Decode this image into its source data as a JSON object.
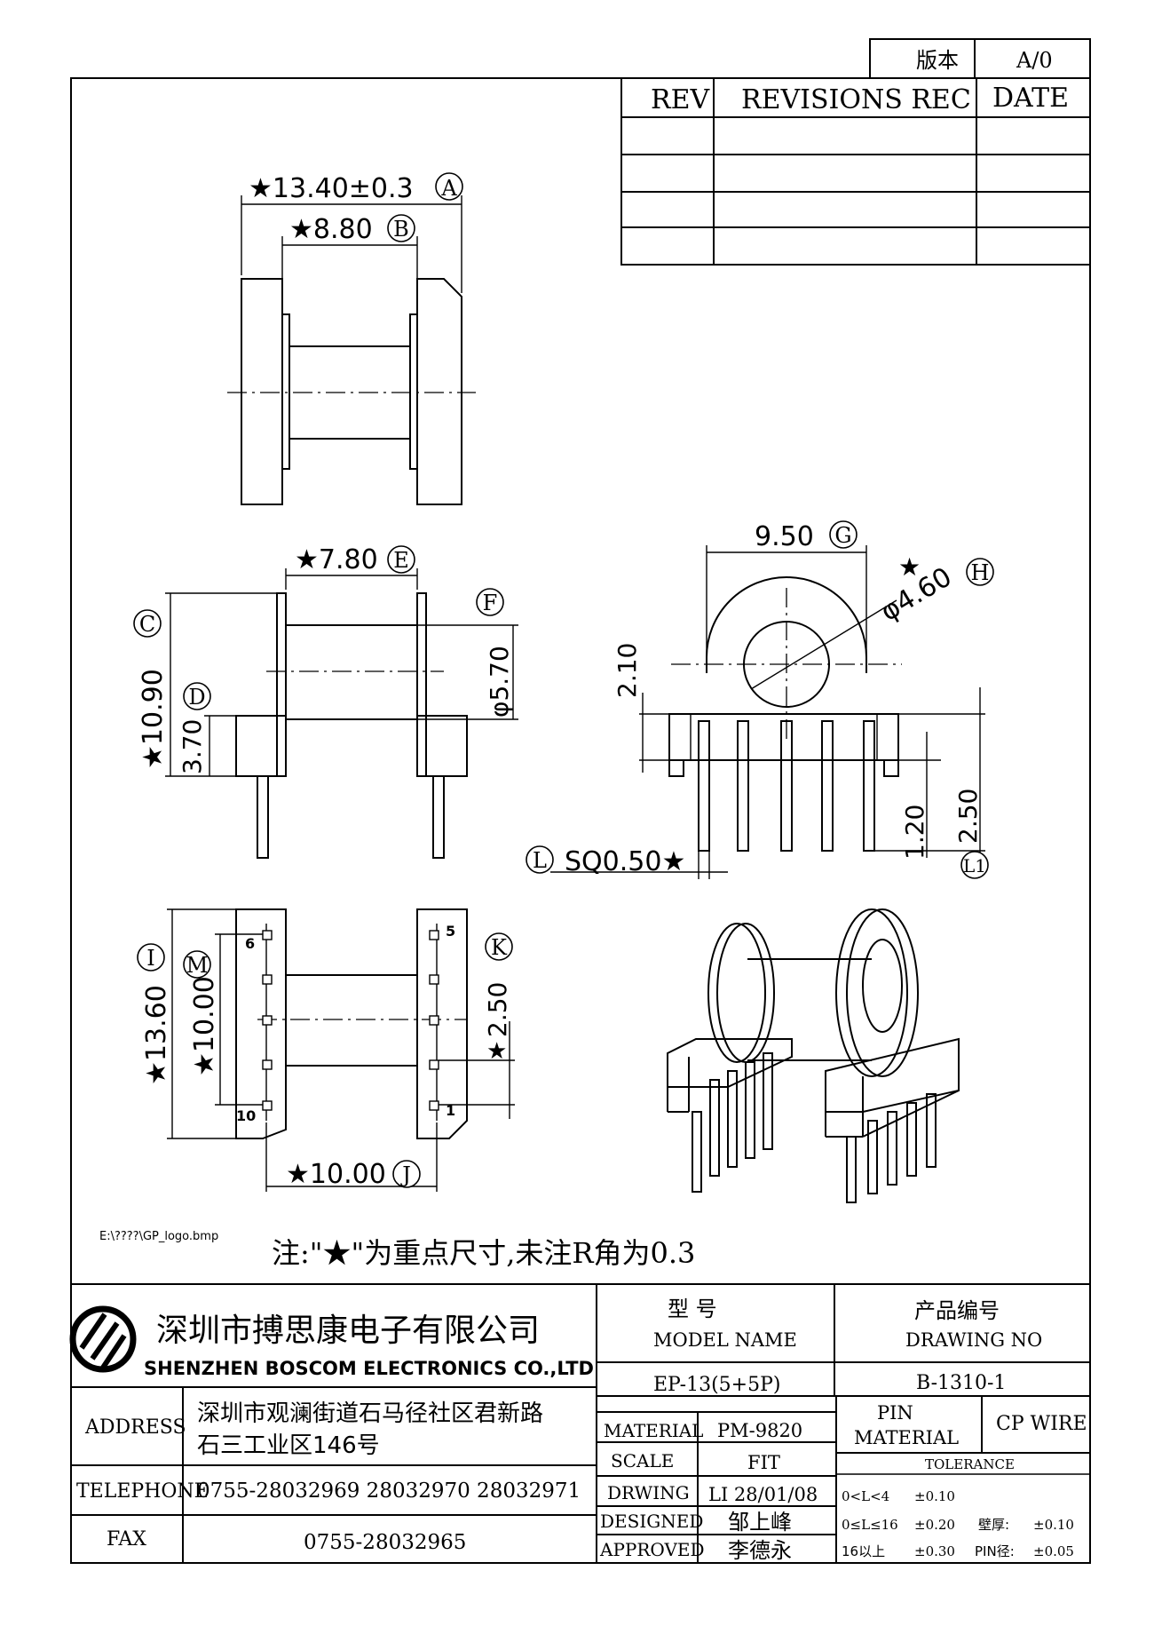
{
  "version_box": {
    "label": "版本",
    "value": "A/0"
  },
  "revisions": {
    "headers": [
      "REV",
      "REVISIONS REC",
      "DATE"
    ],
    "rows": [
      [
        "",
        "",
        ""
      ],
      [
        "",
        "",
        ""
      ],
      [
        "",
        "",
        ""
      ],
      [
        "",
        "",
        ""
      ]
    ]
  },
  "dimensions": {
    "A": {
      "label": "A",
      "text": "★13.40±0.3"
    },
    "B": {
      "label": "B",
      "text": "★8.80"
    },
    "C": {
      "label": "C",
      "text": "★10.90"
    },
    "D": {
      "label": "D",
      "text": "3.70"
    },
    "E": {
      "label": "E",
      "text": "★7.80"
    },
    "F": {
      "label": "F",
      "text": "φ5.70"
    },
    "G": {
      "label": "G",
      "text": "9.50"
    },
    "H": {
      "label": "H",
      "text": "φ4.60",
      "star": "★"
    },
    "I": {
      "label": "I",
      "text": "★13.60"
    },
    "M": {
      "label": "M",
      "text": "★10.00"
    },
    "K": {
      "label": "K",
      "text": "2.50",
      "star": "★"
    },
    "J": {
      "label": "J",
      "text": "★10.00"
    },
    "L": {
      "label": "L",
      "text": "SQ0.50★"
    },
    "L1": {
      "label": "L1",
      "text": "2.50"
    },
    "h210": "2.10",
    "h120": "1.20"
  },
  "pin_numbers": {
    "p6": "6",
    "p5": "5",
    "p10": "10",
    "p1": "1"
  },
  "logo_path": "E:\\????\\GP_logo.bmp",
  "note": "注:\"★\"为重点尺寸,未注R角为0.3",
  "company": {
    "name_cn": "深圳市搏思康电子有限公司",
    "name_en": "SHENZHEN BOSCOM ELECTRONICS CO.,LTD"
  },
  "contact": {
    "address_label": "ADDRESS",
    "address_line1": "深圳市观澜街道石马径社区君新路",
    "address_line2": "石三工业区146号",
    "telephone_label": "TELEPHONE",
    "telephone": "0755-28032969 28032970 28032971",
    "fax_label": "FAX",
    "fax": "0755-28032965"
  },
  "model": {
    "label_cn": "型      号",
    "label_en": "MODEL NAME",
    "value": "EP-13(5+5P)"
  },
  "drawing": {
    "label_cn": "产品编号",
    "label_en": "DRAWING NO",
    "value": "B-1310-1"
  },
  "specs": {
    "material_label": "MATERIAL",
    "material": "PM-9820",
    "scale_label": "SCALE",
    "scale": "FIT",
    "drwing_label": "DRWING",
    "drwing": "LI 28/01/08",
    "designed_label": "DESIGNED",
    "designed": "邹上峰",
    "approved_label": "APPROVED",
    "approved": "李德永"
  },
  "pin_material": {
    "label1": "PIN",
    "label2": "MATERIAL",
    "value": "CP WIRE"
  },
  "tolerance": {
    "title": "TOLERANCE",
    "r1": "0<L<4",
    "r1v": "±0.10",
    "r2": "0≤L≤16",
    "r2v": "±0.20",
    "r2b": "壁厚:",
    "r2bv": "±0.10",
    "r3": "16以上",
    "r3v": "±0.30",
    "r3b": "PIN径:",
    "r3bv": "±0.05"
  }
}
